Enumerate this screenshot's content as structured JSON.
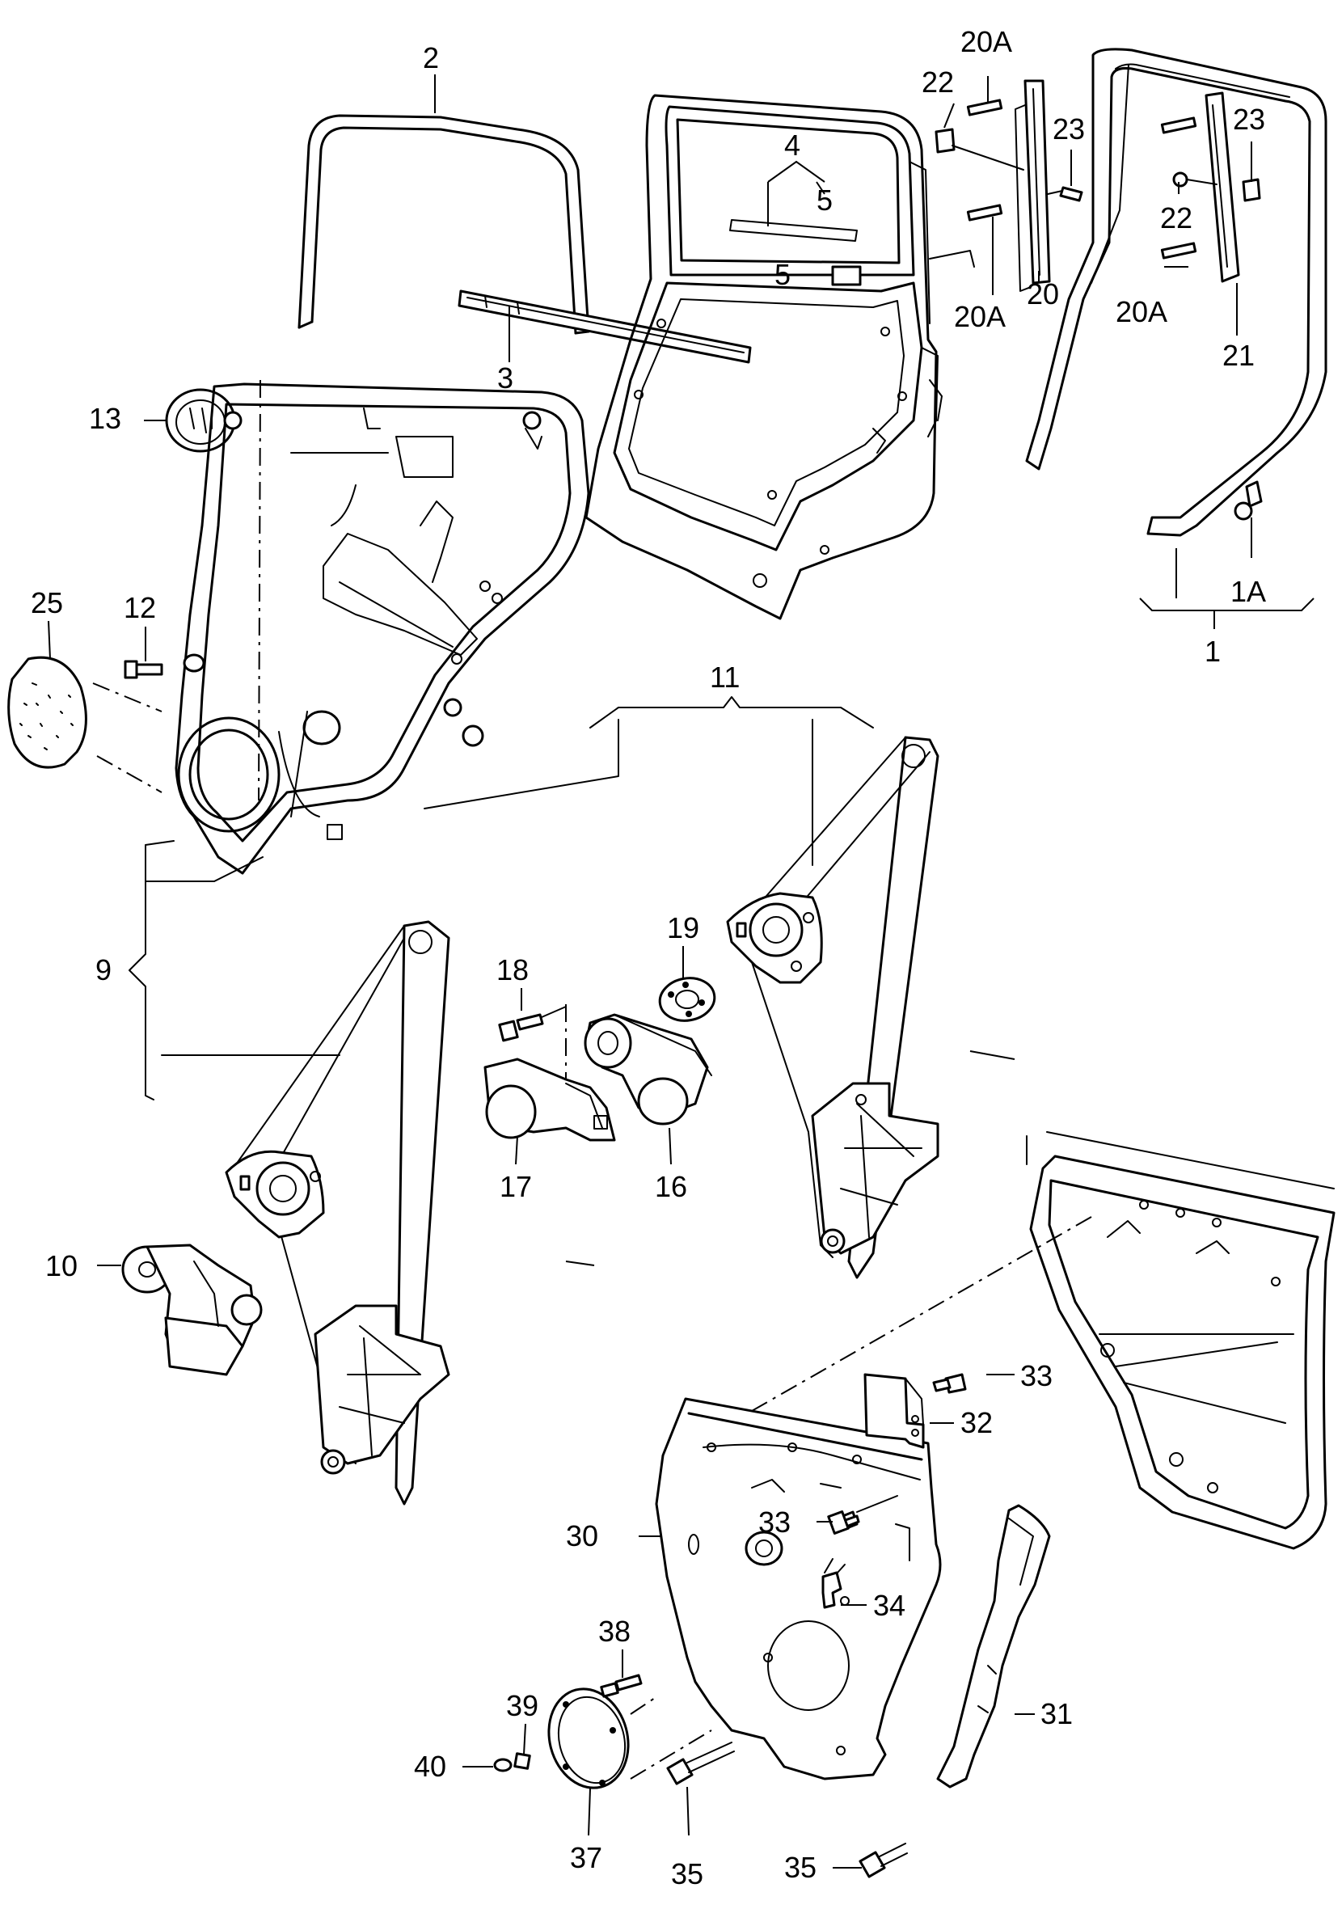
{
  "callouts": {
    "c1": "1",
    "c1A": "1A",
    "c2": "2",
    "c3": "3",
    "c4": "4",
    "c5a": "5",
    "c5b": "5",
    "c9": "9",
    "c10": "10",
    "c11": "11",
    "c12": "12",
    "c13": "13",
    "c16": "16",
    "c17": "17",
    "c18": "18",
    "c19": "19",
    "c20": "20",
    "c20Aa": "20A",
    "c20Ab": "20A",
    "c20Ac": "20A",
    "c21": "21",
    "c22a": "22",
    "c22b": "22",
    "c23a": "23",
    "c23b": "23",
    "c25": "25",
    "c30": "30",
    "c31": "31",
    "c32": "32",
    "c33a": "33",
    "c33b": "33",
    "c34": "34",
    "c35a": "35",
    "c35b": "35",
    "c37": "37",
    "c38": "38",
    "c39": "39",
    "c40": "40"
  }
}
